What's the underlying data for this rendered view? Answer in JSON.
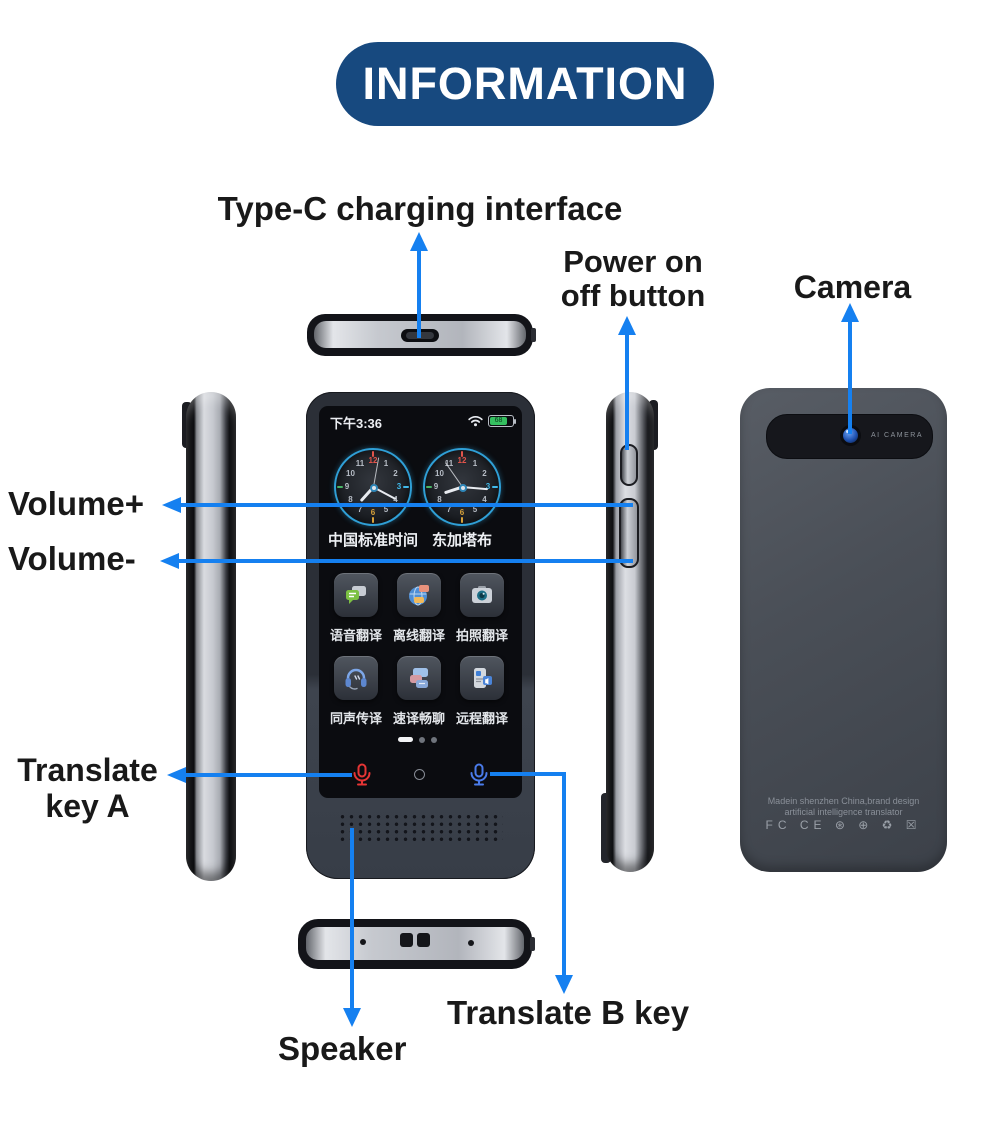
{
  "banner": {
    "title": "INFORMATION"
  },
  "colors": {
    "banner_navy": "#17497f",
    "arrow_blue": "#1580f0",
    "battery_green": "#35c060",
    "mic_a_red": "#e63535",
    "mic_b_blue": "#4a7bea"
  },
  "labels": {
    "type_c": "Type-C charging interface",
    "power_line1": "Power on",
    "power_line2": "off button",
    "camera": "Camera",
    "volume_plus": "Volume+",
    "volume_minus": "Volume-",
    "translate_a_line1": "Translate",
    "translate_a_line2": "key A",
    "translate_b": "Translate B key",
    "speaker": "Speaker"
  },
  "screen": {
    "status_time": "下午3:36",
    "battery_level": "68",
    "clocks": [
      {
        "label": "中国标准时间",
        "numerals": [
          "12",
          "1",
          "2",
          "3",
          "4",
          "5",
          "6",
          "7",
          "8",
          "9",
          "10",
          "11"
        ],
        "numeral_colors": {
          "12": "#e2544b",
          "3": "#41b9ea",
          "6": "#d9a23a"
        },
        "default_numeral_color": "#b7bdc6",
        "ticks": [
          {
            "deg": 0,
            "c": "#e2544b"
          },
          {
            "deg": 90,
            "c": "#41b9ea"
          },
          {
            "deg": 180,
            "c": "#d9a23a"
          },
          {
            "deg": 270,
            "c": "#47b465"
          }
        ],
        "hands": {
          "hour": 222,
          "minute": 118,
          "second": 10
        }
      },
      {
        "label": "东加塔布",
        "numerals": [
          "12",
          "1",
          "2",
          "3",
          "4",
          "5",
          "6",
          "7",
          "8",
          "9",
          "10",
          "11"
        ],
        "numeral_colors": {
          "12": "#e2544b",
          "3": "#41b9ea",
          "6": "#d9a23a"
        },
        "default_numeral_color": "#b7bdc6",
        "ticks": [
          {
            "deg": 0,
            "c": "#e2544b"
          },
          {
            "deg": 90,
            "c": "#41b9ea"
          },
          {
            "deg": 180,
            "c": "#d9a23a"
          },
          {
            "deg": 270,
            "c": "#47b465"
          }
        ],
        "hands": {
          "hour": 252,
          "minute": 95,
          "second": 325
        }
      }
    ],
    "apps": [
      {
        "label": "语音翻译",
        "icon": "chat-bubbles-icon"
      },
      {
        "label": "离线翻译",
        "icon": "globe-translate-icon"
      },
      {
        "label": "拍照翻译",
        "icon": "camera-app-icon"
      },
      {
        "label": "同声传译",
        "icon": "headphones-icon"
      },
      {
        "label": "速译畅聊",
        "icon": "chat-translate-icon"
      },
      {
        "label": "远程翻译",
        "icon": "remote-translate-icon"
      }
    ]
  },
  "back": {
    "camera_text": "AI CAMERA",
    "info_line1": "Madein shenzhen China,brand design",
    "info_line2": "artificial intelligence translator",
    "cert_marks": "FC CE ⊛ ⊕ ♻ ☒"
  }
}
